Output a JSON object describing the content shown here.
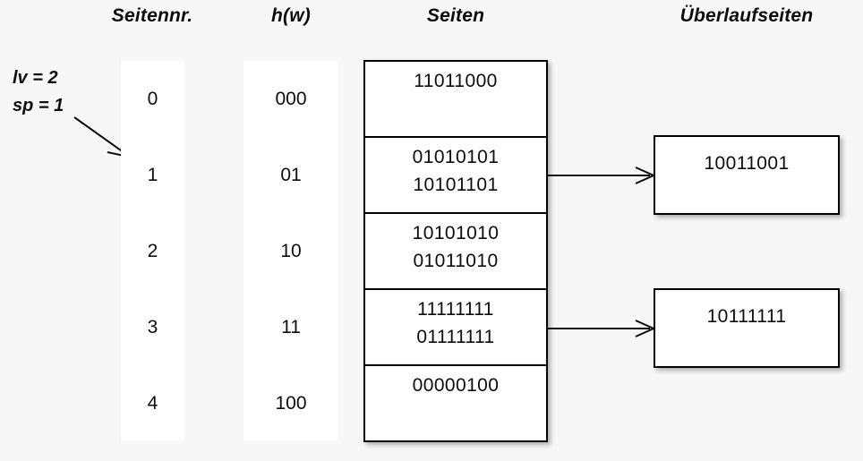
{
  "headers": {
    "seitennr": "Seitennr.",
    "hw": "h(w)",
    "seiten": "Seiten",
    "ueberlaufseiten": "Überlaufseiten"
  },
  "params": {
    "lv": "lv = 2",
    "sp": "sp = 1"
  },
  "columns": {
    "seitennr": [
      "0",
      "1",
      "2",
      "3",
      "4"
    ],
    "hw": [
      "000",
      "01",
      "10",
      "11",
      "100"
    ]
  },
  "pages": [
    {
      "index": 0,
      "records": [
        "11011000"
      ]
    },
    {
      "index": 1,
      "records": [
        "01010101",
        "10101101"
      ]
    },
    {
      "index": 2,
      "records": [
        "10101010",
        "01011010"
      ]
    },
    {
      "index": 3,
      "records": [
        "11111111",
        "01111111"
      ]
    },
    {
      "index": 4,
      "records": [
        "00000100"
      ]
    }
  ],
  "overflow_pages": [
    {
      "from_page": 1,
      "records": [
        "10011001"
      ]
    },
    {
      "from_page": 3,
      "records": [
        "10111111"
      ]
    }
  ],
  "colors": {
    "background": "#f7f7f7",
    "strip": "#ffffff",
    "ink": "#0d0d0d",
    "border": "#000000"
  }
}
